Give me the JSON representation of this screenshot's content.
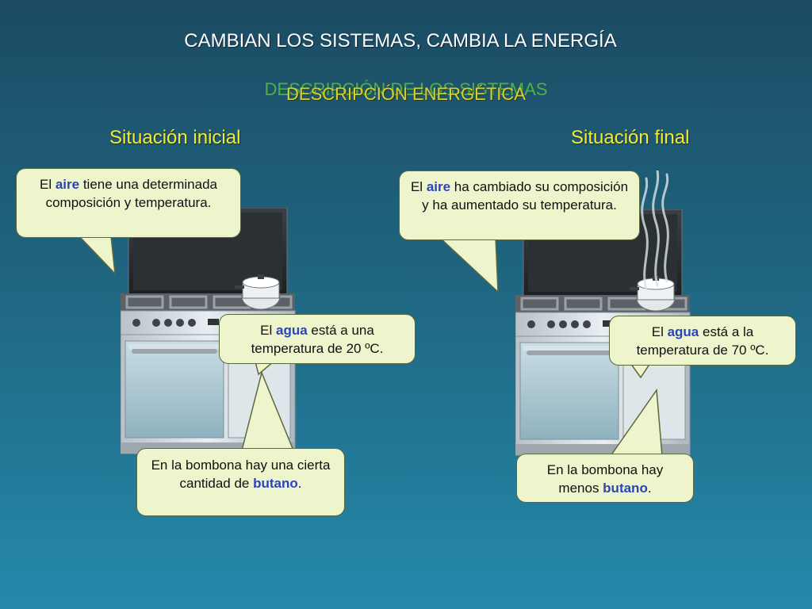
{
  "slide": {
    "title": "CAMBIAN LOS SISTEMAS, CAMBIA LA ENERGÍA",
    "subtitle_behind": "DESCRIPCIÓN DE LOS SISTEMAS",
    "subtitle_front": "DESCRIPCIÓN ENERGÉTICA"
  },
  "initial": {
    "heading": "Situación inicial",
    "air": {
      "pre": "El ",
      "hl": "aire",
      "post": " tiene una determinada composición y temperatura."
    },
    "water": {
      "pre": "El ",
      "hl": "agua",
      "post": " está a una temperatura de 20 ºC."
    },
    "gas": {
      "pre": "En la bombona hay una cierta cantidad de ",
      "hl": "butano",
      "post": "."
    }
  },
  "final": {
    "heading": "Situación final",
    "air": {
      "pre": "El ",
      "hl": "aire",
      "post": " ha cambiado su composición y ha aumentado su temperatura."
    },
    "water": {
      "pre": "El ",
      "hl": "agua",
      "post": " está a la temperatura de 70 ºC."
    },
    "gas": {
      "pre": "En la bombona hay menos ",
      "hl": "butano",
      "post": "."
    }
  },
  "colors": {
    "background_top": "#1c4b63",
    "background_bottom": "#2589aa",
    "heading": "#f2ec2e",
    "highlight": "#2a45b8",
    "bubble_fill": "#eef4cc"
  }
}
